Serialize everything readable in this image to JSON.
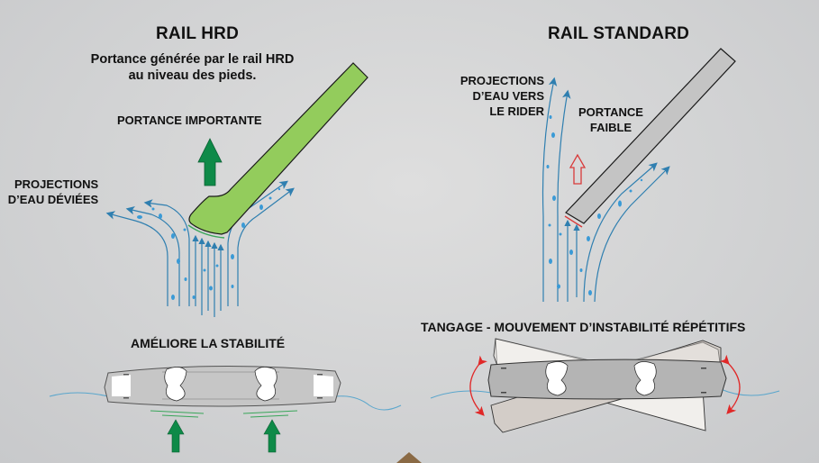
{
  "left_panel": {
    "title": "RAIL HRD",
    "subtitle_line1": "Portance générée par le rail HRD",
    "subtitle_line2": "au niveau des pieds.",
    "lift_label": "PORTANCE IMPORTANTE",
    "spray_label_line1": "PROJECTIONS",
    "spray_label_line2": "D’EAU DÉVIÉES",
    "board_caption": "AMÉLIORE LA STABILITÉ"
  },
  "right_panel": {
    "title": "RAIL STANDARD",
    "spray_label_line1": "PROJECTIONS",
    "spray_label_line2": "D’EAU VERS",
    "spray_label_line3": "LE RIDER",
    "lift_label_line1": "PORTANCE",
    "lift_label_line2": "FAIBLE",
    "board_caption": "TANGAGE - MOUVEMENT D’INSTABILITÉ RÉPÉTITIFS"
  },
  "colors": {
    "hrd_rail": "#93cc5c",
    "lift_arrow_strong": "#0e8a48",
    "lift_arrow_weak": "#d83a3a",
    "water": "#2f7fb0",
    "droplet": "#3a9ad6",
    "standard_rail": "#c4c4c4",
    "board": "#b4b4b4",
    "pitch_arrow": "#e02828",
    "nav_marker": "#8a6a45"
  },
  "icons": {
    "lift_strong": "arrow-up-filled-green",
    "lift_weak": "arrow-up-outline-red",
    "pitch": "curved-double-arrow-red",
    "nav": "triangle-up"
  }
}
